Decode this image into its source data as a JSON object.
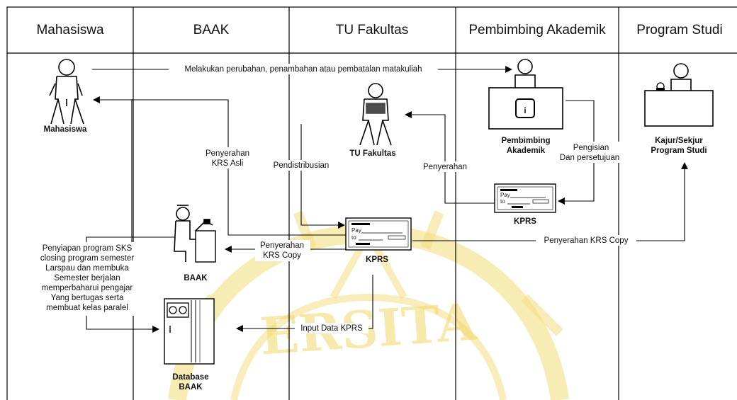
{
  "lanes": [
    {
      "id": "mahasiswa",
      "title": "Mahasiswa"
    },
    {
      "id": "baak",
      "title": "BAAK"
    },
    {
      "id": "tu",
      "title": "TU Fakultas"
    },
    {
      "id": "pa",
      "title": "Pembimbing Akademik"
    },
    {
      "id": "prodi",
      "title": "Program Studi"
    }
  ],
  "nodes": {
    "mahasiswa": "Mahasiswa",
    "tu_fakultas": "TU Fakultas",
    "pembimbing": [
      "Pembimbing",
      "Akademik"
    ],
    "kajur": [
      "Kajur/Sekjur",
      "Program Studi"
    ],
    "baak": "BAAK",
    "kprs_tu": "KPRS",
    "kprs_pa": "KPRS",
    "database": [
      "Database",
      "BAAK"
    ]
  },
  "form_text": {
    "pay": "Pay",
    "to": "to"
  },
  "notes": {
    "baak_task": [
      "Penyiapan program SKS",
      "closing program semester",
      "Larspau dan membuka",
      "Semester berjalan",
      "memperbaharui pengajar",
      "Yang bertugas serta",
      "membuat kelas paralel"
    ]
  },
  "edges": {
    "perubahan": "Melakukan perubahan, penambahan atau pembatalan matakuliah",
    "krs_asli": [
      "Penyerahan",
      "KRS Asli"
    ],
    "pendistribusian": "Pendistribusian",
    "penyerahan_tu": "Penyerahan",
    "pengisian": [
      "Pengisian",
      "Dan persetujuan"
    ],
    "krs_copy_baak": [
      "Penyerahan",
      "KRS Copy"
    ],
    "krs_copy_prodi": "Penyerahan KRS Copy",
    "input_kprs": "Input Data KPRS"
  },
  "watermark": "ERSITA"
}
